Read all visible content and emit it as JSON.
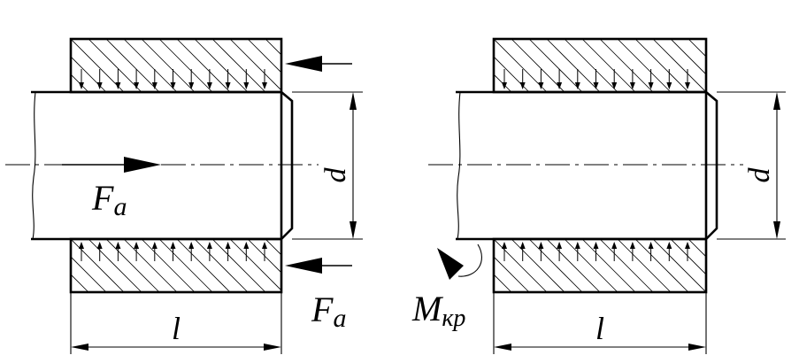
{
  "labels": {
    "axial_force": "F",
    "axial_force_subscript": "a",
    "axial_force_right": "F",
    "axial_force_right_subscript": "a",
    "diameter_left": "d",
    "diameter_right": "d",
    "length_left": "l",
    "length_right": "l",
    "torque": "M",
    "torque_subscript": "кр"
  }
}
